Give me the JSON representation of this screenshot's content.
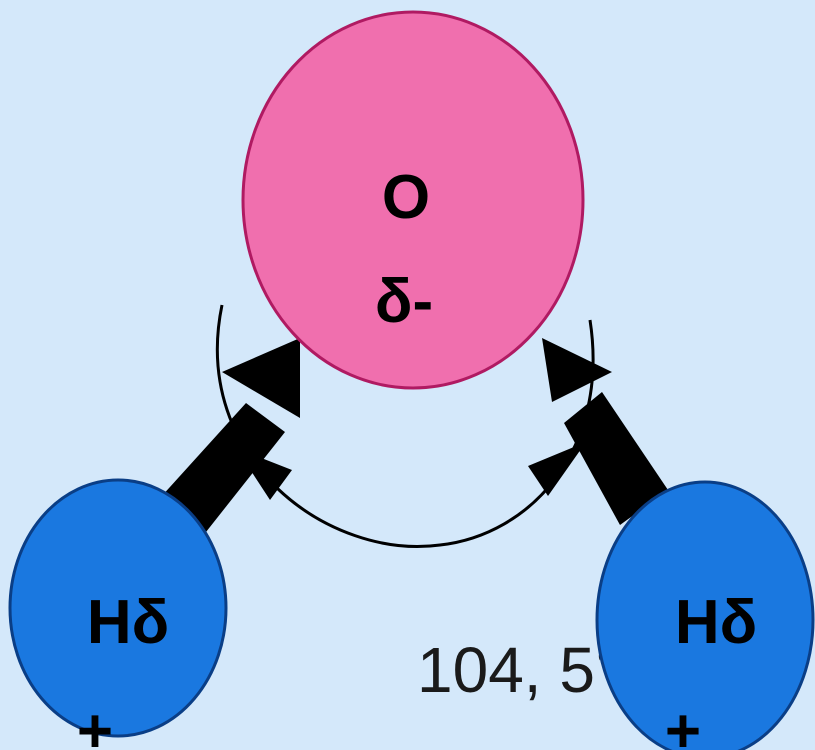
{
  "molecule": {
    "oxygen": {
      "symbol": "O",
      "charge": "δ-",
      "fill": "#f06fae",
      "stroke": "#b01a62"
    },
    "hydrogen_left": {
      "symbol": "Hδ",
      "charge": "+",
      "fill": "#1a78e0",
      "stroke": "#0a3e86"
    },
    "hydrogen_right": {
      "symbol": "Hδ",
      "charge": "+",
      "fill": "#1a78e0",
      "stroke": "#0a3e86"
    },
    "bond_angle_label": "104, 5°"
  },
  "colors": {
    "background": "#d4e8fa",
    "bond_arrow": "#000000"
  }
}
